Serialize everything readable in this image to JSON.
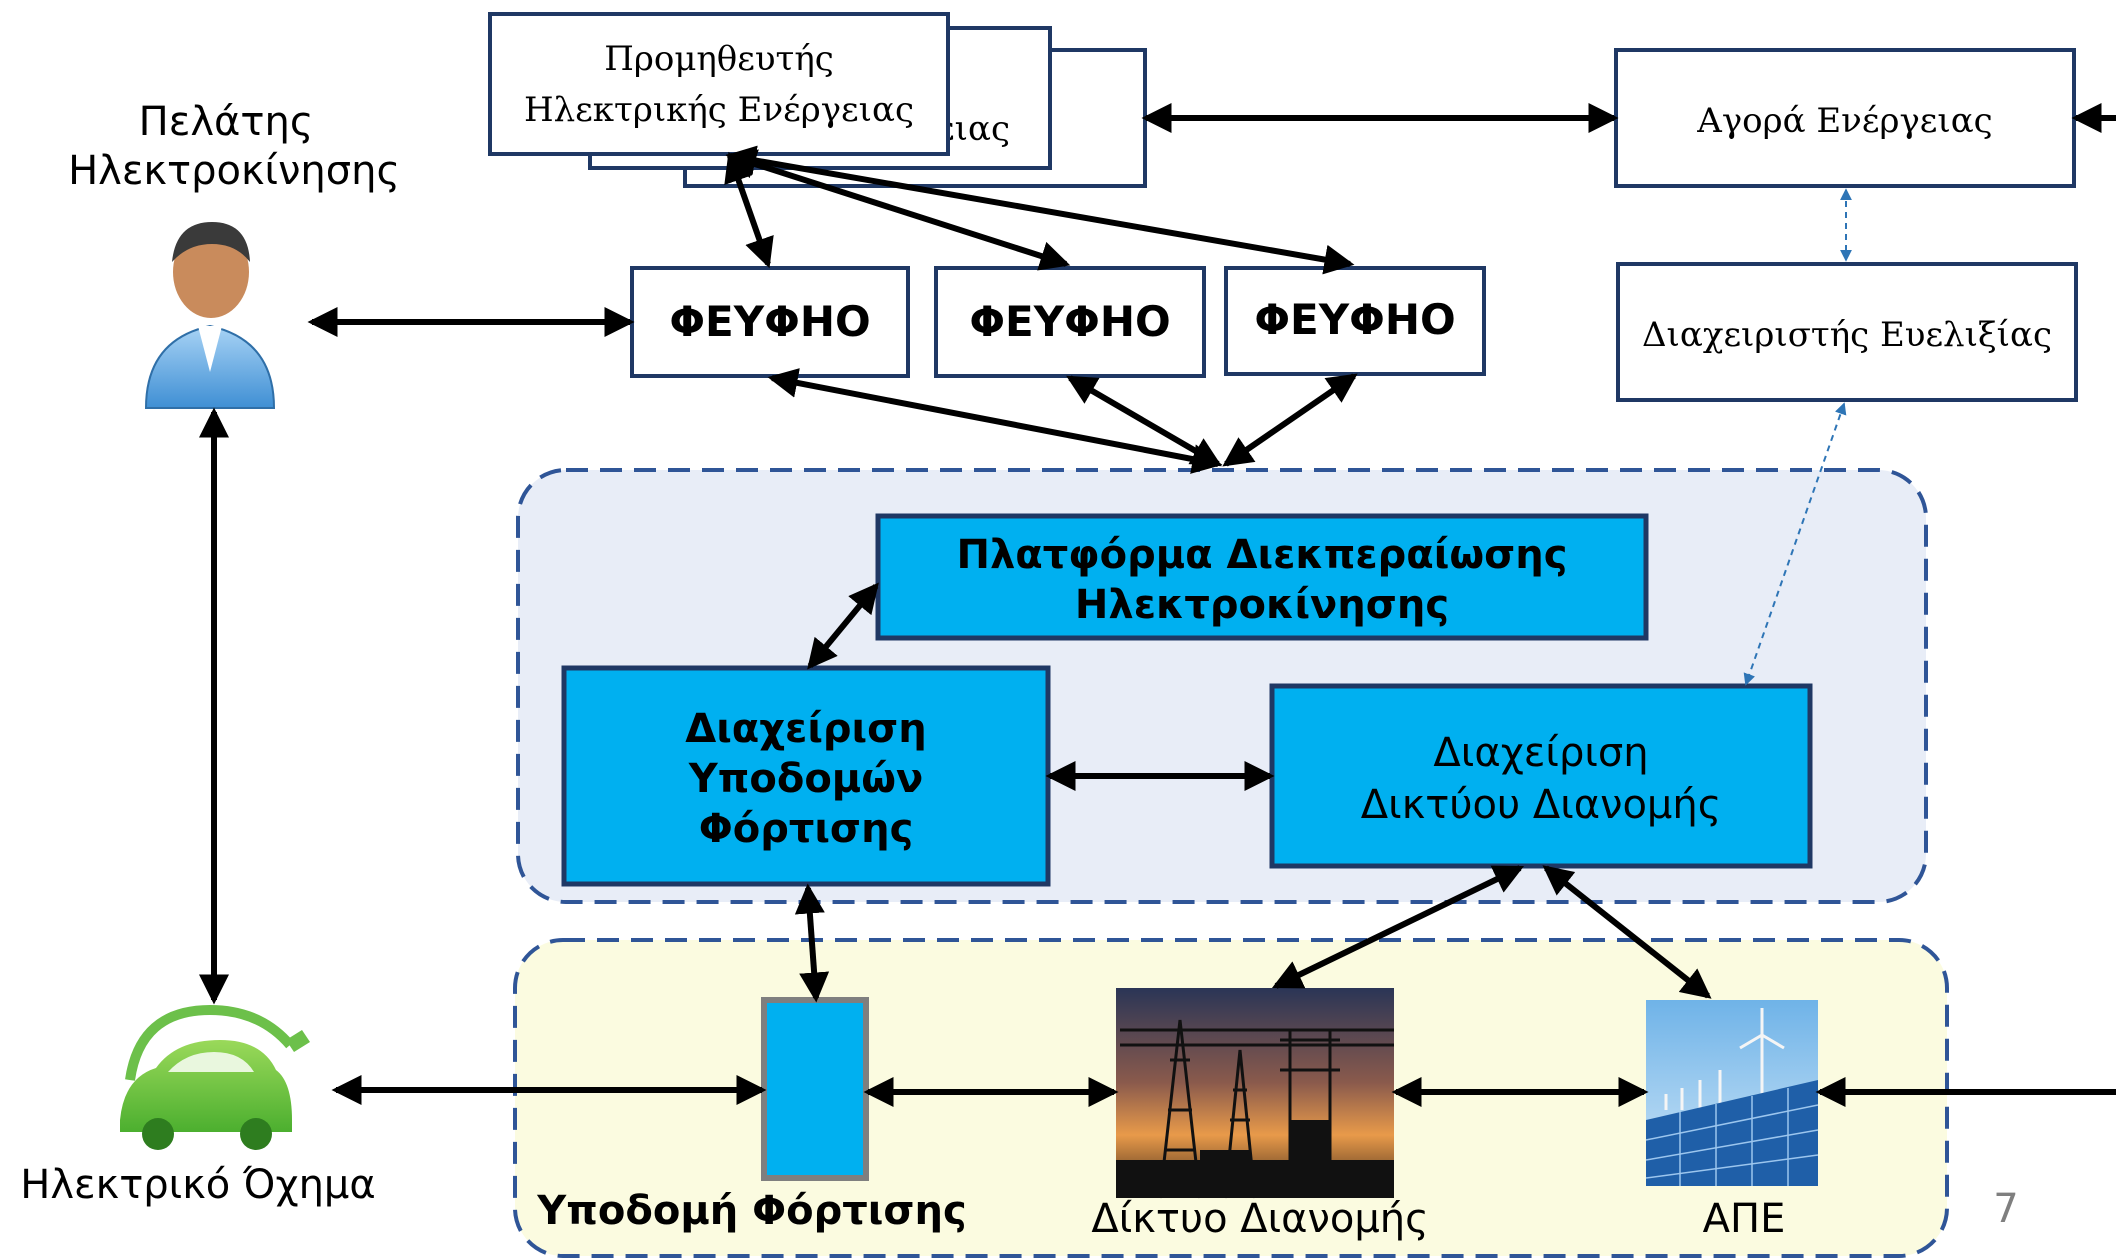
{
  "customer": {
    "title_line1": "Πελάτης",
    "title_line2": "Ηλεκτροκίνησης",
    "icon": "person-icon"
  },
  "vehicle": {
    "label": "Ηλεκτρικό Όχημα",
    "icon": "electric-car-icon"
  },
  "supplier": {
    "line1": "Προμηθευτής",
    "line2": "Ηλεκτρικής Ενέργειας",
    "stack_fragment": "ειας"
  },
  "feyfho_boxes": [
    "ΦΕΥΦΗΟ",
    "ΦΕΥΦΗΟ",
    "ΦΕΥΦΗΟ"
  ],
  "energy_market": "Αγορά Ενέργειας",
  "flexibility_manager": "Διαχειριστής Ευελιξίας",
  "platform": {
    "line1": "Πλατφόρμα Διεκπεραίωσης",
    "line2": "Ηλεκτροκίνησης"
  },
  "charging_management": {
    "line1": "Διαχείριση",
    "line2": "Υποδομών",
    "line3": "Φόρτισης"
  },
  "network_management": {
    "line1": "Διαχείριση",
    "line2": "Δικτύου Διανομής"
  },
  "charging_infrastructure": "Υποδομή Φόρτισης",
  "distribution_network": "Δίκτυο Διανομής",
  "res": "ΑΠΕ",
  "page_number": "7",
  "colors": {
    "blue_box": "#00b0f0",
    "box_border": "#1f3864",
    "upper_panel": "#e8edf7",
    "lower_panel": "#fbfbe0",
    "panel_dash": "#2f5597",
    "arrow": "#000000",
    "flex_arrow": "#2e75b6"
  }
}
